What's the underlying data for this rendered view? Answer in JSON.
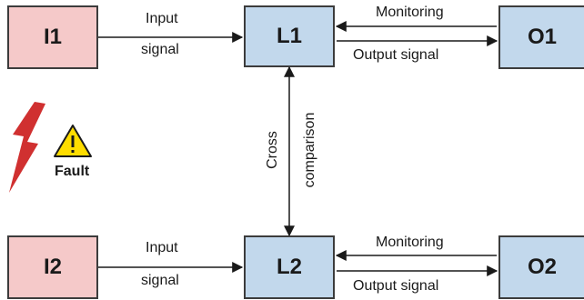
{
  "colors": {
    "input_box": "#f5c9c9",
    "logic_box": "#c2d8ec",
    "output_box": "#c2d8ec",
    "lightning": "#d03030",
    "warning": "#ffdd00"
  },
  "channel1": {
    "input": "I1",
    "logic": "L1",
    "output": "O1",
    "input_signal_line1": "Input",
    "input_signal_line2": "signal",
    "monitoring": "Monitoring",
    "output_signal": "Output signal"
  },
  "channel2": {
    "input": "I2",
    "logic": "L2",
    "output": "O2",
    "input_signal_line1": "Input",
    "input_signal_line2": "signal",
    "monitoring": "Monitoring",
    "output_signal": "Output signal"
  },
  "cross": {
    "line1": "Cross",
    "line2": "comparison"
  },
  "fault": {
    "label": "Fault",
    "icons": [
      "lightning-icon",
      "warning-icon"
    ]
  }
}
